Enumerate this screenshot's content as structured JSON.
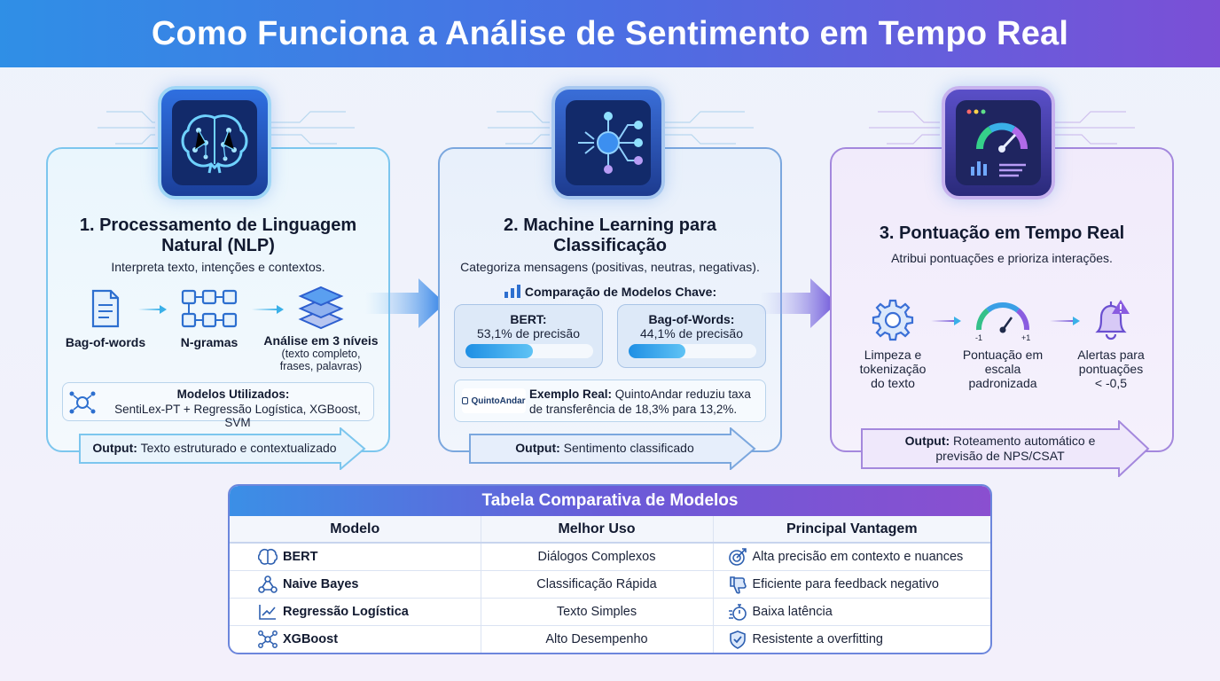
{
  "title": "Como Funciona a Análise de Sentimento em Tempo Real",
  "panel1": {
    "title_line1": "1. Processamento de Linguagem",
    "title_line2": "Natural (NLP)",
    "subtitle": "Interpreta texto, intenções e contextos.",
    "steps": [
      {
        "label": "Bag-of-words",
        "icon": "document-icon"
      },
      {
        "label": "N-gramas",
        "icon": "ngram-nodes-icon"
      },
      {
        "label": "Análise em 3 níveis",
        "sub1": "(texto completo,",
        "sub2": "frases, palavras)",
        "icon": "layers-icon"
      }
    ],
    "models_title": "Modelos Utilizados:",
    "models_text": "SentiLex-PT + Regressão Logística, XGBoost, SVM",
    "output_label": "Output:",
    "output_text": "Texto estruturado e contextualizado"
  },
  "panel2": {
    "title_line1": "2. Machine Learning para",
    "title_line2": "Classificação",
    "subtitle": "Categoriza mensagens (positivas, neutras, negativas).",
    "comparison_title": "Comparação de Modelos Chave:",
    "metrics": [
      {
        "name": "BERT:",
        "value_text": "53,1% de precisão",
        "value": 53.1
      },
      {
        "name": "Bag-of-Words:",
        "value_text": "44,1% de precisão",
        "value": 44.1
      }
    ],
    "example_logo": "QuintoAndar",
    "example_label": "Exemplo Real:",
    "example_line1": "QuintoAndar reduziu taxa",
    "example_line2": "de transferência de 18,3% para 13,2%.",
    "output_label": "Output:",
    "output_text": "Sentimento classificado"
  },
  "panel3": {
    "title": "3. Pontuação em Tempo Real",
    "subtitle": "Atribui pontuações e prioriza interações.",
    "steps": [
      {
        "line1": "Limpeza e",
        "line2": "tokenização",
        "line3": "do texto",
        "icon": "gear-icon"
      },
      {
        "line1": "Pontuação em",
        "line2": "escala",
        "line3": "padronizada",
        "icon": "gauge-icon",
        "min": "-1",
        "max": "+1"
      },
      {
        "line1": "Alertas para",
        "line2": "pontuações",
        "line3": "< -0,5",
        "icon": "alert-bell-icon"
      }
    ],
    "output_label": "Output:",
    "output_line1": "Roteamento automático e",
    "output_line2": "previsão de NPS/CSAT"
  },
  "table": {
    "title": "Tabela Comparativa de Modelos",
    "headers": [
      "Modelo",
      "Melhor Uso",
      "Principal Vantagem"
    ],
    "rows": [
      {
        "model": "BERT",
        "use": "Diálogos Complexos",
        "advantage": "Alta precisão em contexto e nuances",
        "icon": "brain-icon",
        "adv_icon": "target-icon"
      },
      {
        "model": "Naive Bayes",
        "use": "Classificação Rápida",
        "advantage": "Eficiente para feedback negativo",
        "icon": "network-icon",
        "adv_icon": "thumbs-down-icon"
      },
      {
        "model": "Regressão Logística",
        "use": "Texto Simples",
        "advantage": "Baixa latência",
        "icon": "trend-chart-icon",
        "adv_icon": "stopwatch-icon"
      },
      {
        "model": "XGBoost",
        "use": "Alto Desempenho",
        "advantage": "Resistente a overfitting",
        "icon": "tree-nodes-icon",
        "adv_icon": "shield-check-icon"
      }
    ]
  },
  "colors": {
    "blue": "#2f8fe6",
    "indigo": "#4b6fe3",
    "purple": "#7b4fd6",
    "navy": "#1b3f9a"
  }
}
